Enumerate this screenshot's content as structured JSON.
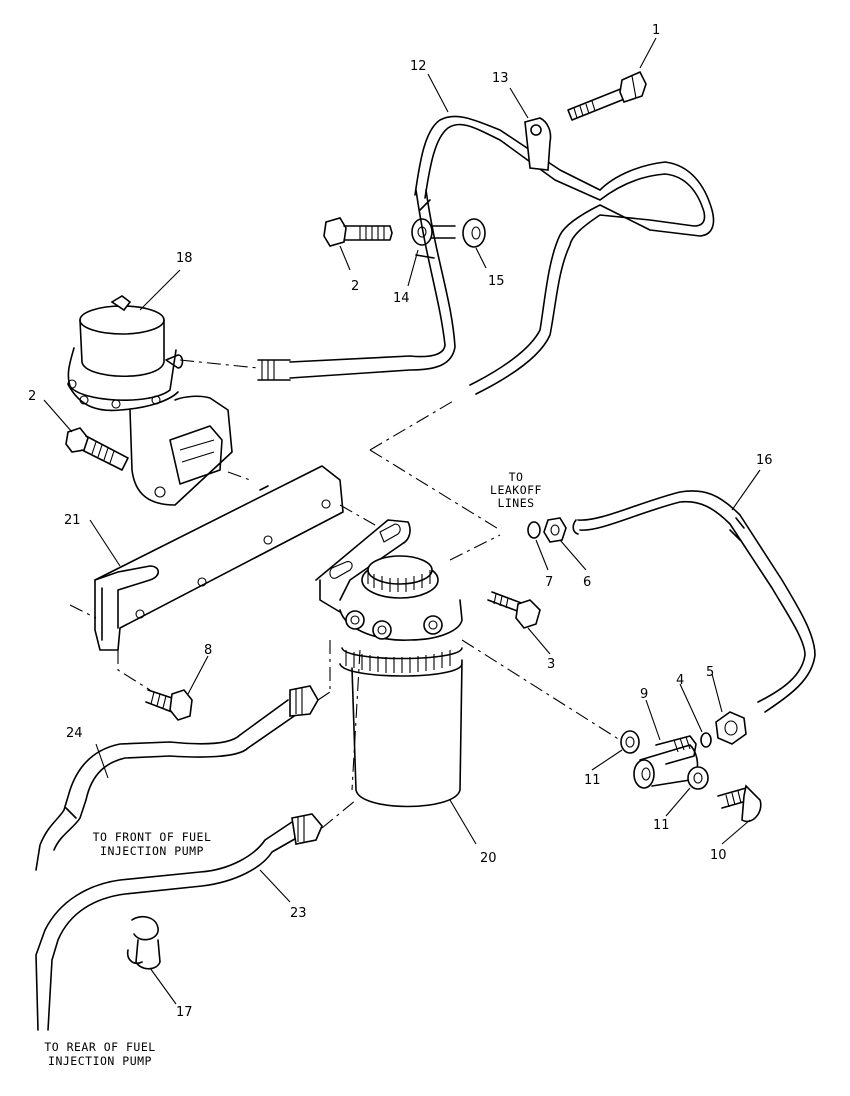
{
  "callouts": [
    "1",
    "2",
    "2",
    "3",
    "4",
    "5",
    "6",
    "7",
    "8",
    "9",
    "10",
    "11",
    "11",
    "12",
    "13",
    "14",
    "15",
    "16",
    "17",
    "18",
    "20",
    "21",
    "23",
    "24"
  ],
  "notes": {
    "leakoff": [
      "TO",
      "LEAKOFF",
      "LINES"
    ],
    "front": [
      "TO FRONT OF FUEL",
      "INJECTION PUMP"
    ],
    "rear": [
      "TO REAR OF FUEL",
      "INJECTION PUMP"
    ]
  }
}
